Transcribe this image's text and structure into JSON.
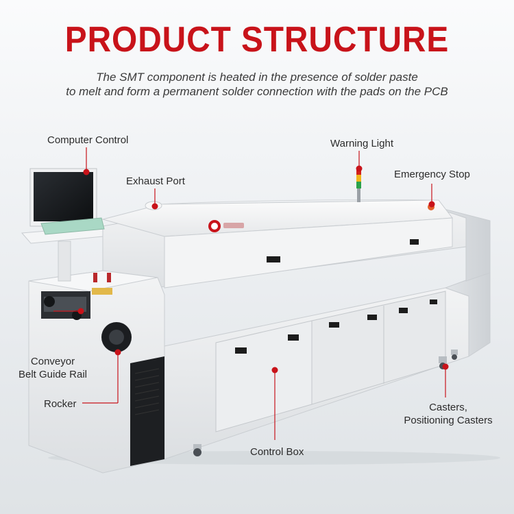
{
  "header": {
    "title": "PRODUCT STRUCTURE",
    "subtitle_line1": "The SMT component is heated in the presence of solder paste",
    "subtitle_line2": "to melt and form a permanent solder connection with the pads on the PCB"
  },
  "labels": {
    "computer_control": "Computer Control",
    "exhaust_port": "Exhaust Port",
    "warning_light": "Warning Light",
    "emergency_stop": "Emergency Stop",
    "conveyor_line1": "Conveyor",
    "conveyor_line2": "Belt Guide Rail",
    "rocker": "Rocker",
    "casters_line1": "Casters,",
    "casters_line2": "Positioning Casters",
    "control_box": "Control Box"
  },
  "colors": {
    "accent": "#c8131a",
    "machine_body": "#f1f2f3",
    "text": "#2b2b2b"
  },
  "icons": {
    "callout_marker": "red-dot-icon",
    "brand_logo": "kingsun-logo-icon"
  }
}
